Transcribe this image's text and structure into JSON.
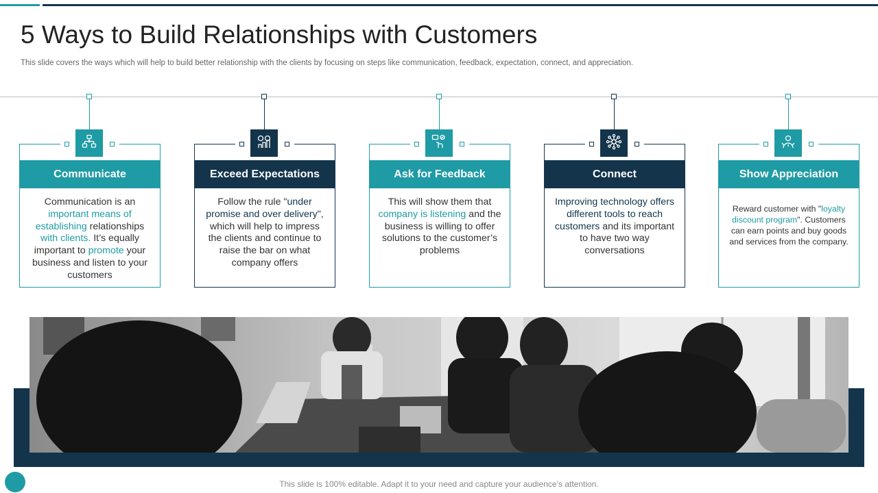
{
  "slide": {
    "title": "5 Ways to Build Relationships with Customers",
    "subtitle": "This slide covers the ways which will help to  build better relationship with the clients by focusing on steps like communication, feedback, expectation, connect, and appreciation.",
    "footer": "This slide is 100% editable. Adapt it to your need and capture your audience’s attention."
  },
  "colors": {
    "teal": "#1e9ba4",
    "navy": "#13344b"
  },
  "cards": [
    {
      "title": "Communicate",
      "icon": "network-icon",
      "theme": "teal",
      "segments": [
        {
          "t": "Communication is an "
        },
        {
          "t": "important means of establishing",
          "h": "teal"
        },
        {
          "t": " relationships "
        },
        {
          "t": "with clients.",
          "h": "teal"
        },
        {
          "t": " It’s equally important to "
        },
        {
          "t": "promote",
          "h": "teal"
        },
        {
          "t": " your business and listen to your customers"
        }
      ]
    },
    {
      "title": "Exceed Expectations",
      "icon": "growth-icon",
      "theme": "navy",
      "segments": [
        {
          "t": "Follow the rule \""
        },
        {
          "t": "under promise and over delivery",
          "h": "navy"
        },
        {
          "t": "\", which will help to impress the clients and continue to raise the bar on what company offers"
        }
      ]
    },
    {
      "title": "Ask for Feedback",
      "icon": "feedback-icon",
      "theme": "teal",
      "segments": [
        {
          "t": "This will show them that "
        },
        {
          "t": "company is listening",
          "h": "teal"
        },
        {
          "t": " and the business is willing to offer solutions to the customer’s problems"
        }
      ]
    },
    {
      "title": "Connect",
      "icon": "connect-icon",
      "theme": "navy",
      "segments": [
        {
          "t": "Improving technology offers different tools to reach customers",
          "h": "navy"
        },
        {
          "t": " and its important to have two way conversations"
        }
      ]
    },
    {
      "title": "Show Appreciation",
      "icon": "appreciation-icon",
      "theme": "teal",
      "small": true,
      "segments": [
        {
          "t": "Reward customer with \""
        },
        {
          "t": "loyalty discount program",
          "h": "teal"
        },
        {
          "t": "\". Customers can earn points and buy goods and services from the company."
        }
      ]
    }
  ]
}
